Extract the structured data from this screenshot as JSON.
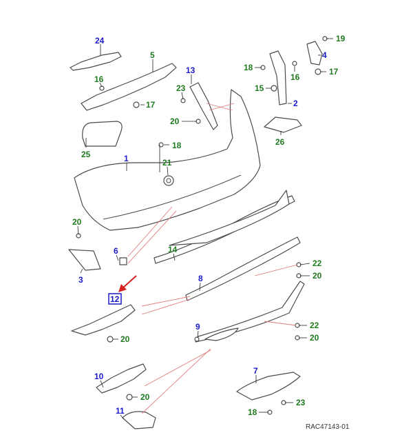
{
  "colors": {
    "blue_label": "#1a1acc",
    "green_label": "#1f7a1f",
    "highlight_box": "#1a1acc",
    "arrow": "#d62020",
    "pink_leader": "#e07a7a"
  },
  "labels": {
    "p1": "1",
    "p2": "2",
    "p3": "3",
    "p4": "4",
    "p5": "5",
    "p6": "6",
    "p7": "7",
    "p8": "8",
    "p9": "9",
    "p10": "10",
    "p11": "11",
    "p12": "12",
    "p13": "13",
    "p14": "14",
    "p15": "15",
    "p16a": "16",
    "p16b": "16",
    "p17a": "17",
    "p17b": "17",
    "p18a": "18",
    "p18b": "18",
    "p18c": "18",
    "p19": "19",
    "p20a": "20",
    "p20b": "20",
    "p20c": "20",
    "p20d": "20",
    "p20e": "20",
    "p20f": "20",
    "p21": "21",
    "p22a": "22",
    "p22b": "22",
    "p23a": "23",
    "p23b": "23",
    "p24": "24",
    "p25": "25",
    "p26": "26"
  },
  "reference_code": "RAC47143-01"
}
